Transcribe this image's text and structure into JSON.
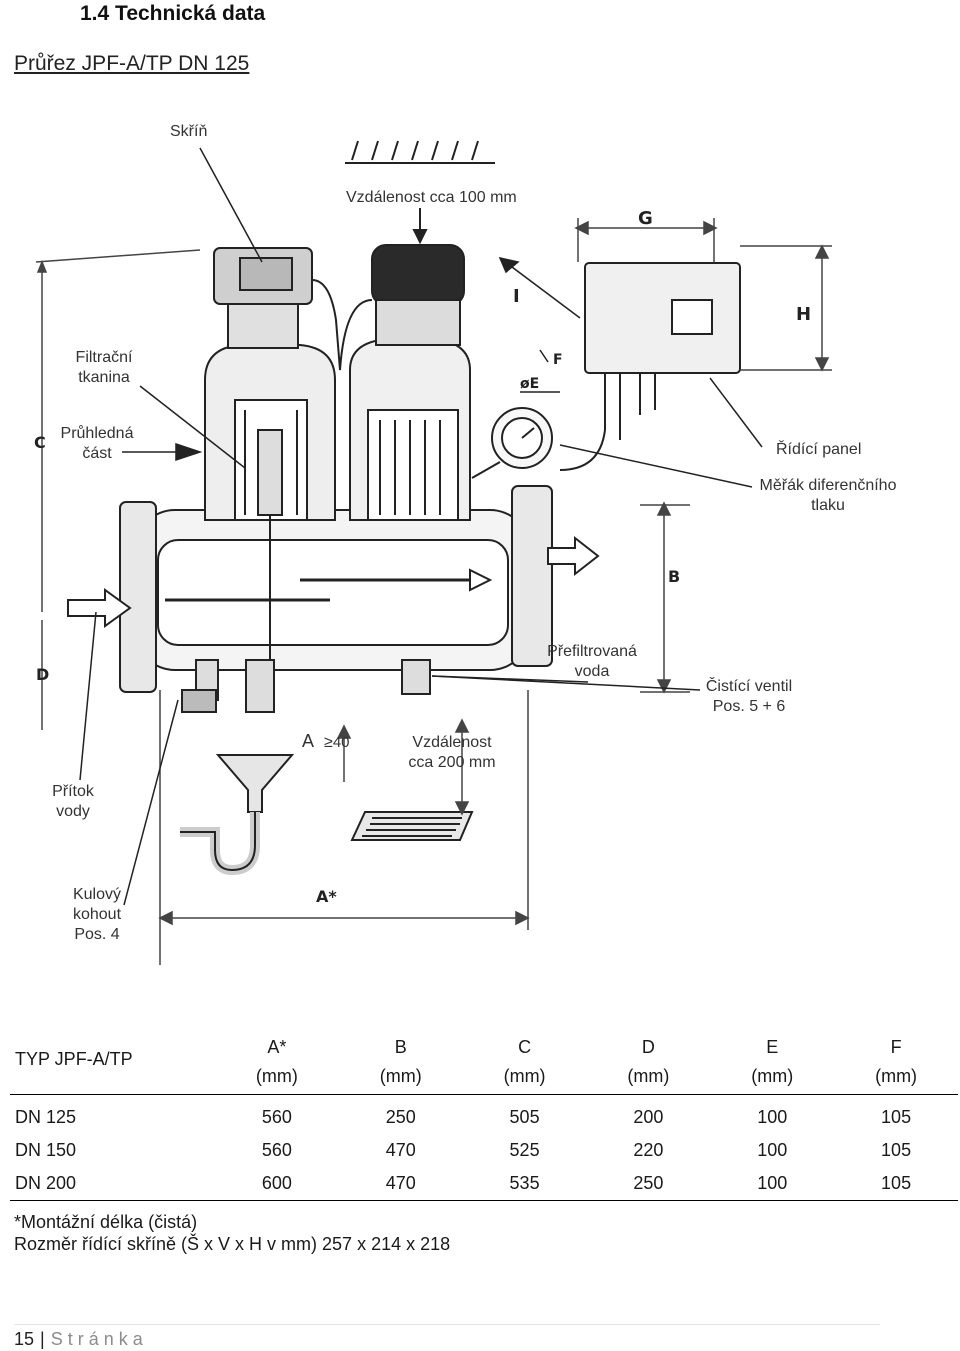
{
  "heading": {
    "number": "1.4",
    "title": "Technická data"
  },
  "figure_title": "Průřez JPF-A/TP DN 125",
  "diagram": {
    "labels": {
      "skrin": "Skříň",
      "vzdalenost_100": "Vzdálenost cca 100 mm",
      "filtracni_1": "Filtrační",
      "filtracni_2": "tkanina",
      "pruhledna_1": "Průhledná",
      "pruhledna_2": "část",
      "ridici_panel": "Řídící panel",
      "merak_1": "Měřák diferenčního",
      "merak_2": "tlaku",
      "prefiltrovana_1": "Přefiltrovaná",
      "prefiltrovana_2": "voda",
      "cistici_1": "Čistící ventil",
      "cistici_2": "Pos. 5 + 6",
      "a40_a": "A",
      "a40_sym": "≥",
      "a40_val": "40",
      "vzdalenost_200_1": "Vzdálenost",
      "vzdalenost_200_2": "cca 200 mm",
      "pritok_1": "Přítok",
      "pritok_2": "vody",
      "kulovy_1": "Kulový",
      "kulovy_2": "kohout",
      "kulovy_3": "Pos. 4"
    },
    "letters": {
      "g": "G",
      "h": "H",
      "i": "I",
      "f": "F",
      "e": "øE",
      "c": "C",
      "b": "B",
      "d": "D",
      "a": "A*"
    }
  },
  "table": {
    "type_header": "TYP JPF-A/TP",
    "columns": [
      "A*",
      "B",
      "C",
      "D",
      "E",
      "F"
    ],
    "units": [
      "(mm)",
      "(mm)",
      "(mm)",
      "(mm)",
      "(mm)",
      "(mm)"
    ],
    "rows": [
      {
        "type": "DN 125",
        "values": [
          "560",
          "250",
          "505",
          "200",
          "100",
          "105"
        ]
      },
      {
        "type": "DN 150",
        "values": [
          "560",
          "470",
          "525",
          "220",
          "100",
          "105"
        ]
      },
      {
        "type": "DN 200",
        "values": [
          "600",
          "470",
          "535",
          "250",
          "100",
          "105"
        ]
      }
    ]
  },
  "notes": {
    "line1": "*Montážní délka (čistá)",
    "line2": "Rozměr řídící skříně (Š x V x H v mm) 257 x 214 x 218"
  },
  "footer": {
    "page": "15",
    "separator": "|",
    "word": "Stránka"
  }
}
